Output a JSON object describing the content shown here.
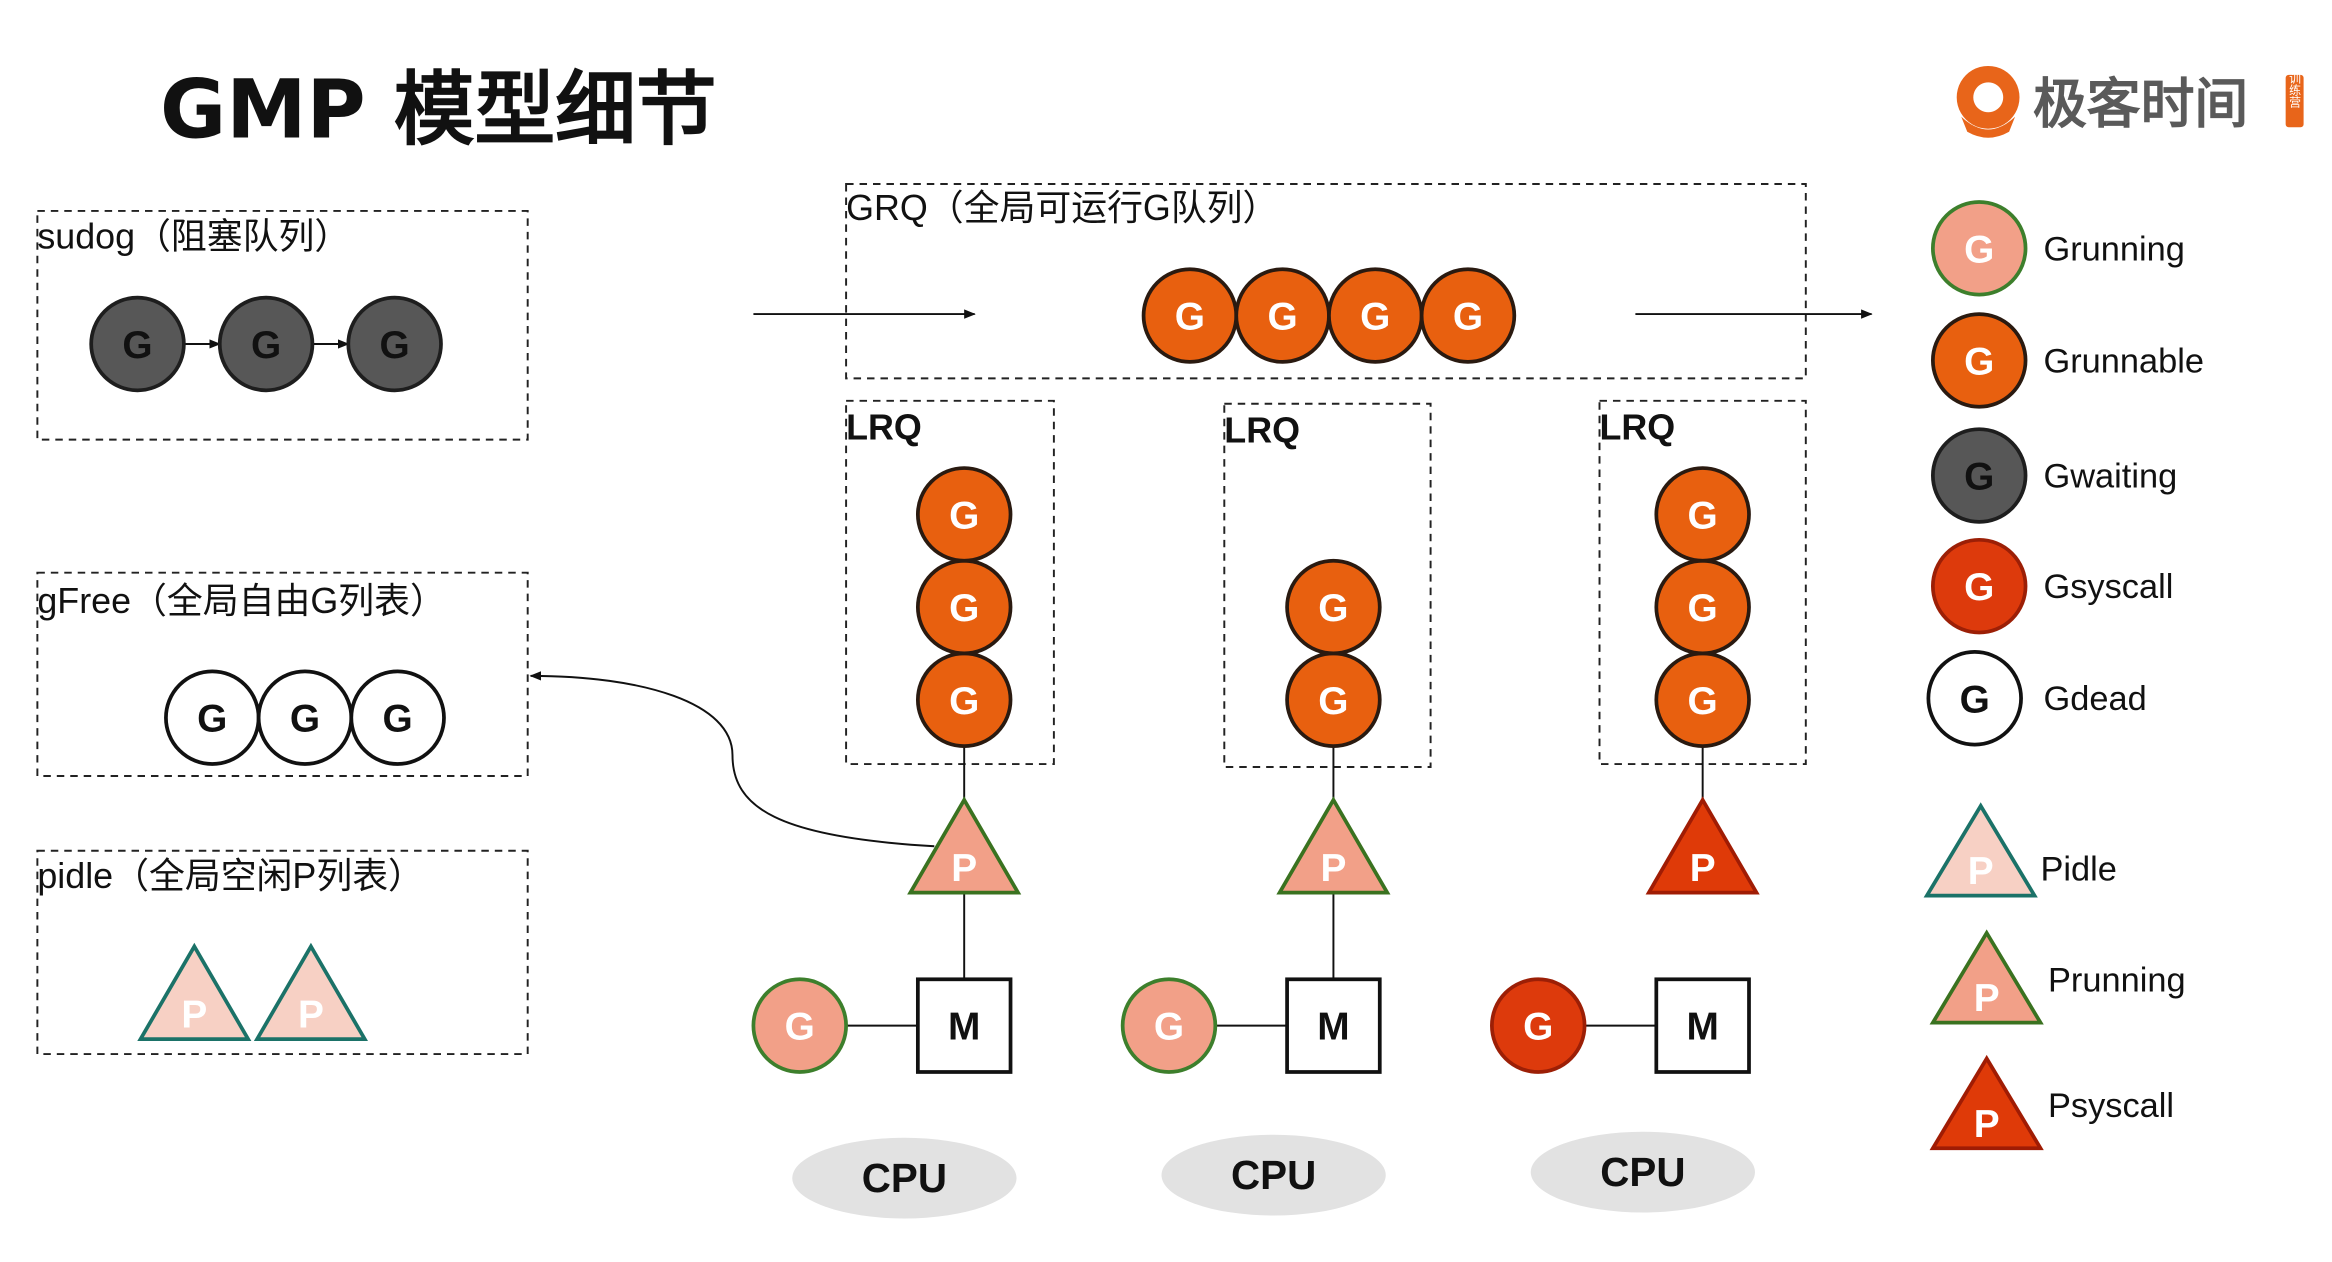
{
  "title": "GMP 模型细节",
  "logo": {
    "name": "极客时间",
    "badge": "训练营",
    "color": "#e8651a"
  },
  "letters": {
    "g": "G",
    "p": "P",
    "m": "M"
  },
  "sudog": {
    "label": "sudog（阻塞队列）",
    "count": 3,
    "state": "Gwaiting"
  },
  "gfree": {
    "label": "gFree（全局自由G列表）",
    "count": 3,
    "state": "Gdead"
  },
  "pidle": {
    "label": "pidle（全局空闲P列表）",
    "count": 2,
    "state": "Pidle"
  },
  "grq": {
    "label": "GRQ（全局可运行G队列）",
    "count": 4,
    "state": "Grunnable"
  },
  "processors": [
    {
      "lrq_label": "LRQ",
      "lrq_count": 3,
      "p_state": "Prunning",
      "m_label": "M",
      "g_state": "Grunning",
      "cpu_label": "CPU"
    },
    {
      "lrq_label": "LRQ",
      "lrq_count": 2,
      "p_state": "Prunning",
      "m_label": "M",
      "g_state": "Grunning",
      "cpu_label": "CPU"
    },
    {
      "lrq_label": "LRQ",
      "lrq_count": 3,
      "p_state": "Psyscall",
      "m_label": "M",
      "g_state": "Gsyscall",
      "cpu_label": "CPU"
    }
  ],
  "legend": {
    "g_states": [
      {
        "label": "Grunning",
        "fill": "#f2a088",
        "stroke": "#3d7f2c",
        "text": "#ffffff"
      },
      {
        "label": "Grunnable",
        "fill": "#e8600f",
        "stroke": "#2a1a10",
        "text": "#ffffff"
      },
      {
        "label": "Gwaiting",
        "fill": "#575757",
        "stroke": "#1e1e1e",
        "text": "#111111"
      },
      {
        "label": "Gsyscall",
        "fill": "#dd3a0c",
        "stroke": "#9c1f06",
        "text": "#ffffff"
      },
      {
        "label": "Gdead",
        "fill": "#ffffff",
        "stroke": "#111111",
        "text": "#111111"
      }
    ],
    "p_states": [
      {
        "label": "Pidle",
        "fill": "#f7d0c4",
        "stroke": "#1b7268",
        "text": "#ffffff"
      },
      {
        "label": "Prunning",
        "fill": "#f2a088",
        "stroke": "#3a7220",
        "text": "#ffffff"
      },
      {
        "label": "Psyscall",
        "fill": "#df3a08",
        "stroke": "#a01c04",
        "text": "#ffffff"
      }
    ]
  }
}
